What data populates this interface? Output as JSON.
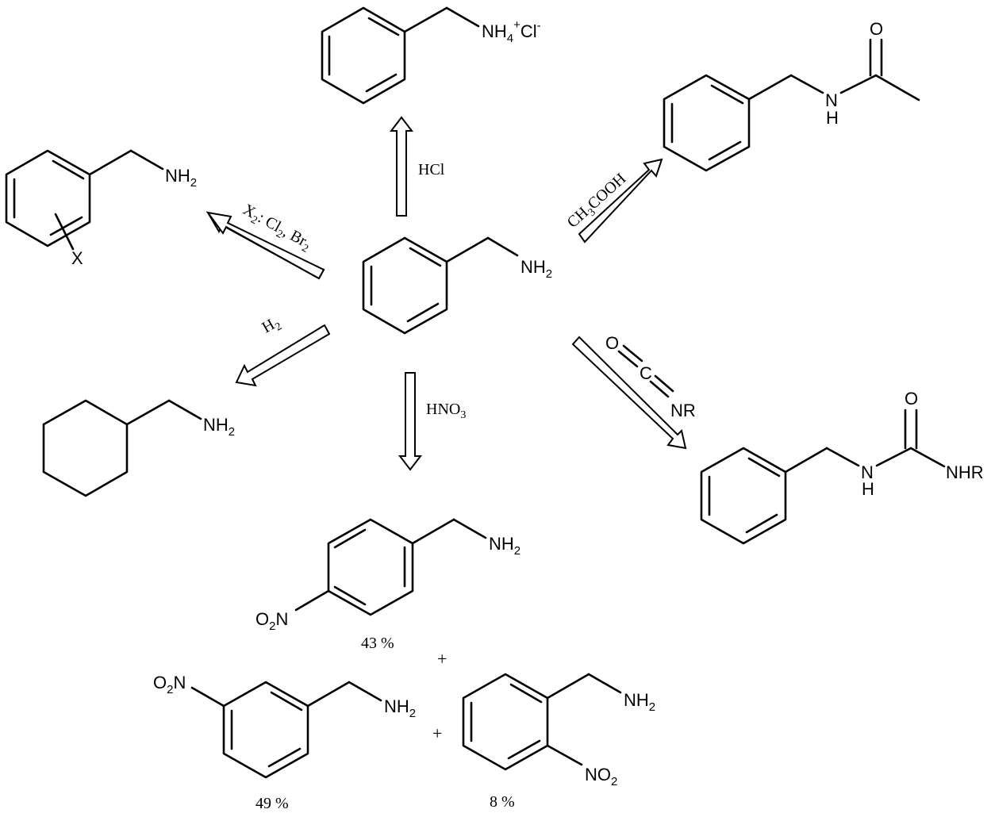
{
  "labels": {
    "nh2": "NH",
    "sub2": "2",
    "sub3": "3",
    "sub4": "4",
    "nh4": "NH",
    "plus_sup": "+",
    "cl": "Cl",
    "minus_sup": "-",
    "n": "N",
    "h": "H",
    "o": "O",
    "c": "C",
    "nr": "NR",
    "nhr": "NHR",
    "x": "X",
    "o2n_o": "O",
    "o2n_n": "N",
    "no2_no": "NO"
  },
  "reagents": {
    "hcl": "HCl",
    "acetic_pre": "CH",
    "acetic_post": "COOH",
    "halogen_x": "X",
    "halogen_mid": ": Cl",
    "halogen_br": ", Br",
    "h2": "H",
    "hno3": "HNO"
  },
  "yields": {
    "para": "43 %",
    "meta": "49 %",
    "ortho": "8 %"
  },
  "plus": "+"
}
